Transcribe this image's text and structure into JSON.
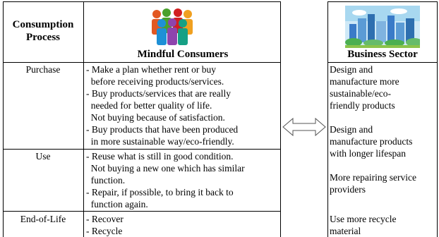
{
  "left_table": {
    "header_process": "Consumption\nProcess",
    "header_consumers": "Mindful Consumers",
    "rows": [
      {
        "process": "Purchase",
        "items": [
          "- Make a plan whether rent or buy",
          "  before receiving products/services.",
          "- Buy products/services that are really",
          "  needed for better quality of life.",
          "  Not buying because of satisfaction.",
          "- Buy products that have been produced",
          "  in more sustainable way/eco-friendly."
        ]
      },
      {
        "process": "Use",
        "items": [
          "- Reuse what is still in good condition.",
          "  Not buying a new one which has similar",
          "  function.",
          "- Repair, if possible, to bring it back to",
          "  function again."
        ]
      },
      {
        "process": "End-of-Life",
        "items": [
          "- Recover",
          "- Recycle"
        ]
      }
    ]
  },
  "right_table": {
    "header": "Business Sector",
    "lines": [
      "Design and",
      "manufacture more",
      "sustainable/eco-",
      "friendly products",
      "",
      "Design and",
      "manufacture products",
      "with longer lifespan",
      "",
      "More repairing service",
      "providers",
      "",
      "Use more recycle",
      "material"
    ]
  },
  "icons": {
    "consumers": "people-group-icon",
    "business": "city-skyline-icon",
    "arrow": "double-arrow-icon"
  }
}
